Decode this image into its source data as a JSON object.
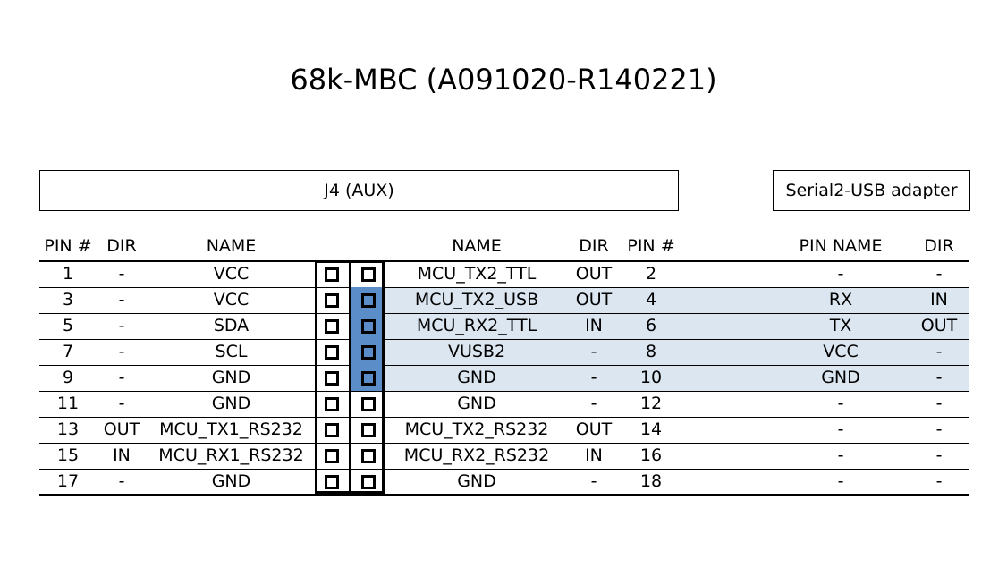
{
  "title": "68k-MBC (A091020-R140221)",
  "j4_label": "J4 (AUX)",
  "adapter_label": "Serial2-USB adapter",
  "headers": {
    "pin_left": "PIN #",
    "dir_left": "DIR",
    "name_left": "NAME",
    "name_right": "NAME",
    "dir_right": "DIR",
    "pin_right": "PIN #",
    "adapter_pin_name": "PIN NAME",
    "adapter_dir": "DIR"
  },
  "rows": [
    {
      "lpin": "1",
      "ldir": "-",
      "lname": "VCC",
      "rname": "MCU_TX2_TTL",
      "rdir": "OUT",
      "rpin": "2",
      "apin": "-",
      "adir": "-",
      "highlight": false
    },
    {
      "lpin": "3",
      "ldir": "-",
      "lname": "VCC",
      "rname": "MCU_TX2_USB",
      "rdir": "OUT",
      "rpin": "4",
      "apin": "RX",
      "adir": "IN",
      "highlight": true
    },
    {
      "lpin": "5",
      "ldir": "-",
      "lname": "SDA",
      "rname": "MCU_RX2_TTL",
      "rdir": "IN",
      "rpin": "6",
      "apin": "TX",
      "adir": "OUT",
      "highlight": true
    },
    {
      "lpin": "7",
      "ldir": "-",
      "lname": "SCL",
      "rname": "VUSB2",
      "rdir": "-",
      "rpin": "8",
      "apin": "VCC",
      "adir": "-",
      "highlight": true
    },
    {
      "lpin": "9",
      "ldir": "-",
      "lname": "GND",
      "rname": "GND",
      "rdir": "-",
      "rpin": "10",
      "apin": "GND",
      "adir": "-",
      "highlight": true
    },
    {
      "lpin": "11",
      "ldir": "-",
      "lname": "GND",
      "rname": "GND",
      "rdir": "-",
      "rpin": "12",
      "apin": "-",
      "adir": "-",
      "highlight": false
    },
    {
      "lpin": "13",
      "ldir": "OUT",
      "lname": "MCU_TX1_RS232",
      "rname": "MCU_TX2_RS232",
      "rdir": "OUT",
      "rpin": "14",
      "apin": "-",
      "adir": "-",
      "highlight": false
    },
    {
      "lpin": "15",
      "ldir": "IN",
      "lname": "MCU_RX1_RS232",
      "rname": "MCU_RX2_RS232",
      "rdir": "IN",
      "rpin": "16",
      "apin": "-",
      "adir": "-",
      "highlight": false
    },
    {
      "lpin": "17",
      "ldir": "-",
      "lname": "GND",
      "rname": "GND",
      "rdir": "-",
      "rpin": "18",
      "apin": "-",
      "adir": "-",
      "highlight": false
    }
  ],
  "colors": {
    "row_highlight": "#dce6f1",
    "connected_pin": "#5b8dc9"
  },
  "icons": {
    "pin": "square-pin-icon"
  }
}
